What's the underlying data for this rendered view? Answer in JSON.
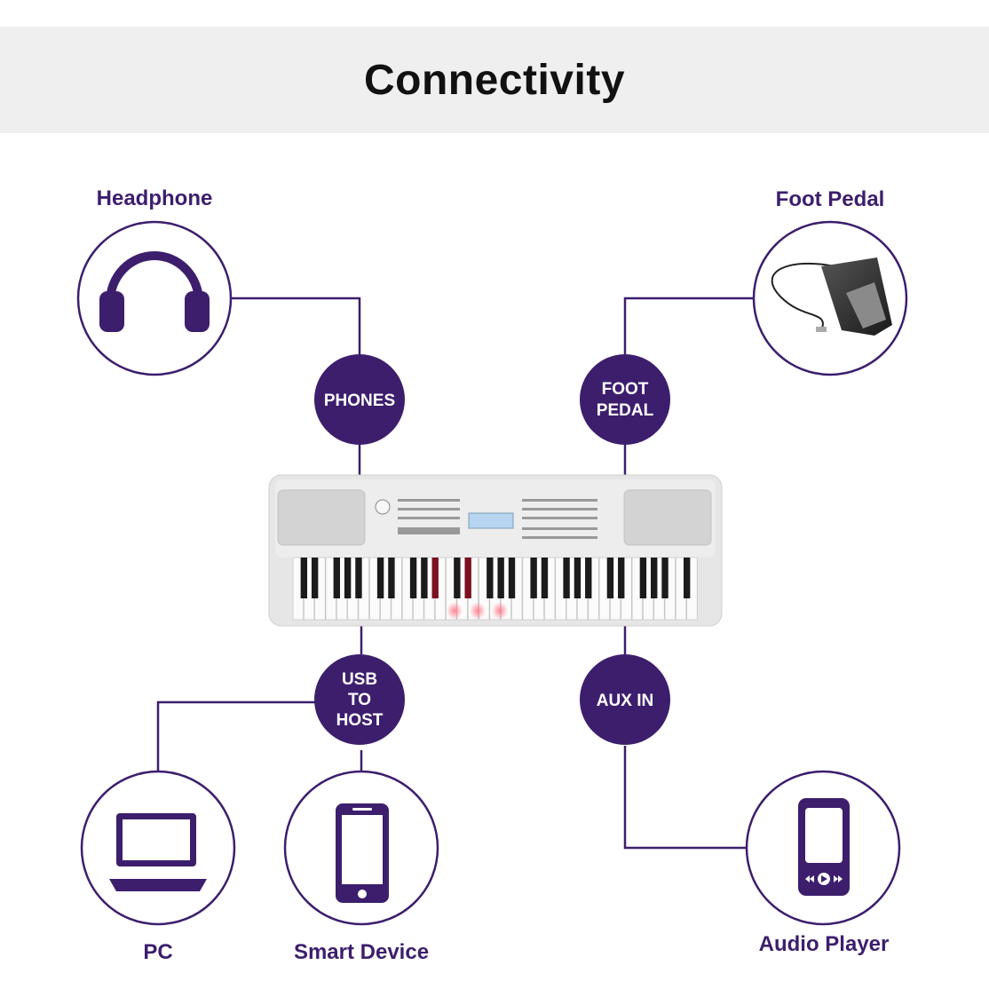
{
  "header": {
    "title": "Connectivity"
  },
  "devices": {
    "headphone": "Headphone",
    "foot_pedal": "Foot Pedal",
    "pc": "PC",
    "smart_device": "Smart Device",
    "audio_player": "Audio Player"
  },
  "ports": {
    "phones": [
      "PHONES"
    ],
    "foot_pedal": [
      "FOOT",
      "PEDAL"
    ],
    "usb_to_host": [
      "USB",
      "TO",
      "HOST"
    ],
    "aux_in": [
      "AUX IN"
    ]
  },
  "colors": {
    "brand_purple": "#3d1e6d",
    "header_bg": "#efefef",
    "line": "#3d1e6d"
  },
  "icons": [
    "headphone-icon",
    "foot-pedal-icon",
    "laptop-icon",
    "smartphone-icon",
    "audio-player-icon",
    "keyboard-image"
  ]
}
